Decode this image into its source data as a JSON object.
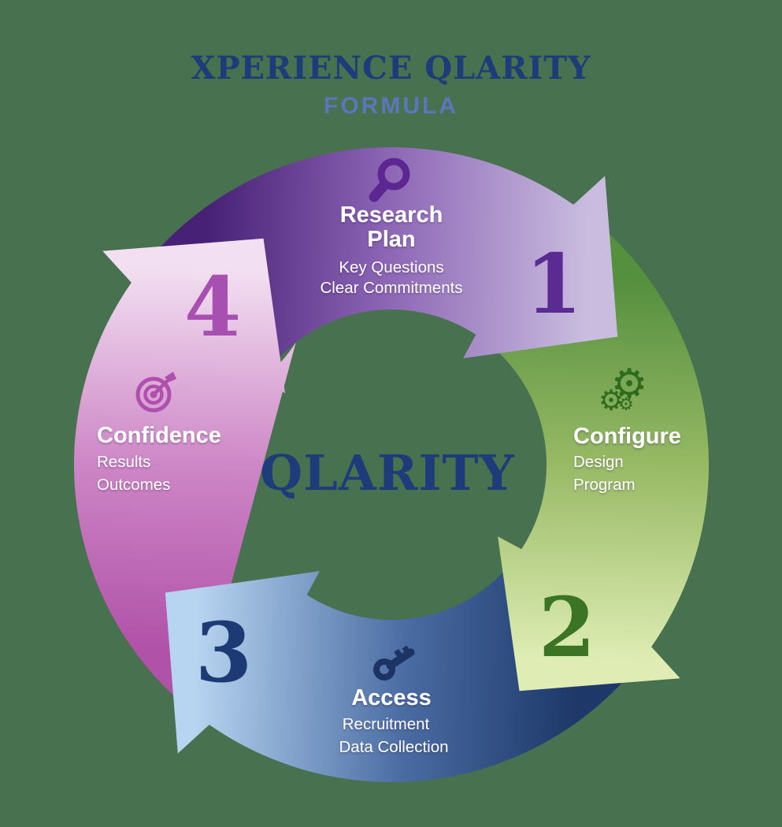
{
  "background_color": "#47714f",
  "title": {
    "line1": "XPERIENCE QLARITY",
    "line2": "FORMULA",
    "line1_color": "#1e3b7a",
    "line2_color": "#5b76bb"
  },
  "center_label": "QLARITY",
  "center_label_color": "#1e3b7a",
  "segments": [
    {
      "number": "1",
      "number_color": "#5b2b94",
      "icon": "magnifier-icon",
      "icon_color": "#5c2790",
      "name_lines": [
        "Research",
        "Plan"
      ],
      "details": [
        "Key Questions",
        "Clear Commitments"
      ],
      "gradient": [
        "#472176",
        "#8a62b3",
        "#c9bcdf"
      ]
    },
    {
      "number": "2",
      "number_color": "#3a7424",
      "icon": "gears-icon",
      "icon_color": "#2e6b1e",
      "name": "Configure",
      "details": [
        "Design",
        "Program"
      ],
      "gradient": [
        "#55903f",
        "#97b964",
        "#dfedb4"
      ]
    },
    {
      "number": "3",
      "number_color": "#1e3a75",
      "icon": "key-icon",
      "icon_color": "#1c3463",
      "name": "Access",
      "details": [
        "Recruitment",
        "Data Collection"
      ],
      "gradient": [
        "#1d3869",
        "#4a6ca3",
        "#b7d4f0"
      ]
    },
    {
      "number": "4",
      "number_color": "#a84fb2",
      "icon": "target-icon",
      "icon_color": "#b04fae",
      "name": "Confidence",
      "details": [
        "Results",
        "Outcomes"
      ],
      "gradient": [
        "#b152a9",
        "#cd86c6",
        "#f2dff1"
      ]
    }
  ],
  "gear_glyph": "⚙"
}
